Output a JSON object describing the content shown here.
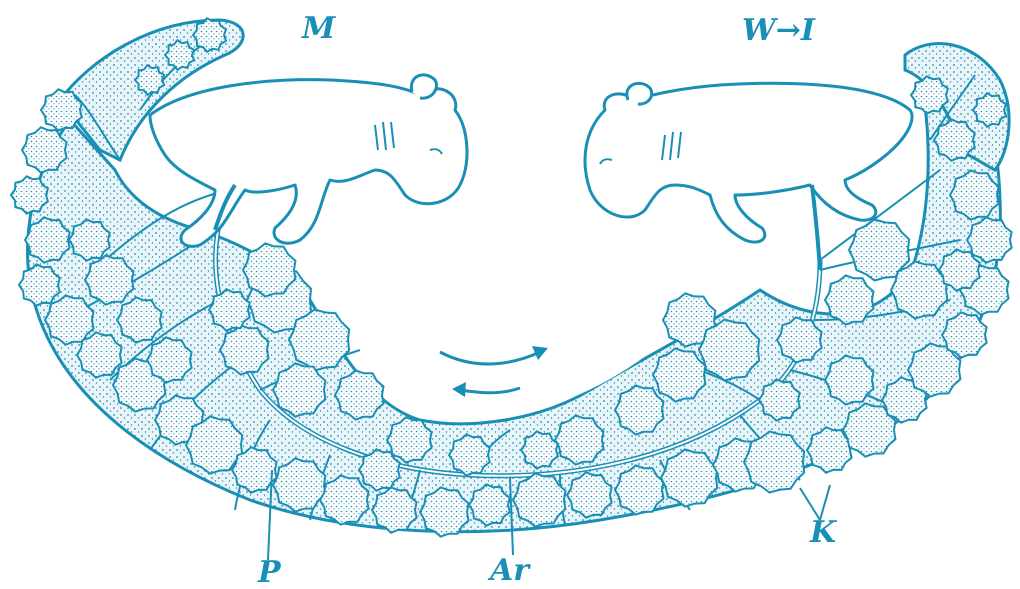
{
  "labels": {
    "m": "M",
    "w_to_i": "W→I",
    "p": "P",
    "ar": "Ar",
    "k": "K"
  },
  "colors": {
    "ink": "#1a8fb5",
    "fill": "#e6f3f8",
    "background": "#ffffff"
  },
  "icons": {
    "rotation": "circular-arrows-icon",
    "fetus": "lamb-fetus-icon",
    "cotyledon": "cotyledon-icon"
  }
}
